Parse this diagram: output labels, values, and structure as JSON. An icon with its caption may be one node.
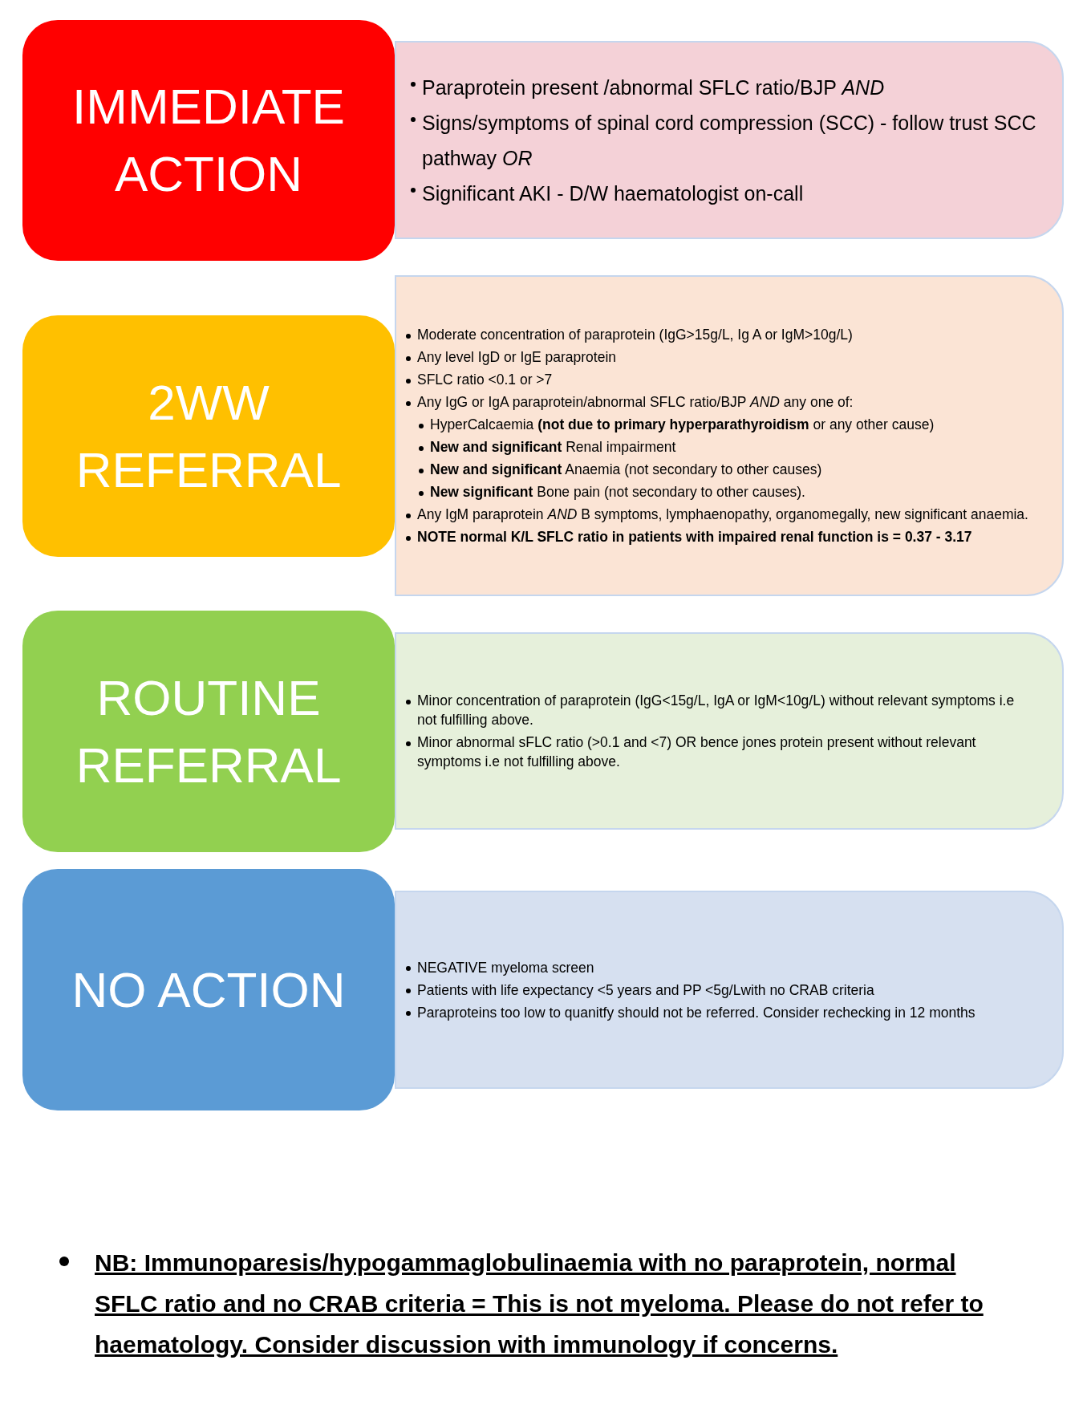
{
  "diagram": {
    "nodes": [
      {
        "text": [
          "IMMEDIATE ACTION"
        ]
      },
      {
        "text": [
          "Paraprotein present /abnormal SFLC ratio/BJP *AND*",
          "Signs/symptoms of spinal cord compression (SCC) - follow trust SCC pathway *OR*",
          "Significant AKI  - D/W haematologist on-call"
        ]
      },
      {
        "text": [
          "2WW REFERRAL"
        ]
      },
      {
        "text": [
          "Moderate concentration of paraprotein (IgG>15g/L, Ig A or IgM>10g/L)",
          "Any level IgD or IgE paraprotein",
          "SFLC ratio <0.1 or >7",
          "Any IgG or IgA paraprotein/abnormal SFLC ratio/BJP *AND* any one of:",
          "HyperCalcaemia **(not due to primary hyperparathyroidism** or any other cause)",
          "**New and significant** Renal impairment",
          "**New and significant** Anaemia (not secondary to other causes)",
          "**New significant** Bone pain (not secondary to other causes).",
          "Any IgM paraprotein *AND* B symptoms, lymphaenopathy, organomegally, new significant anaemia.",
          "**NOTE normal K/L SFLC ratio in patients with impaired renal function is = 0.37 - 3.17**"
        ]
      },
      {
        "text": [
          "ROUTINE REFERRAL"
        ]
      },
      {
        "text": [
          "Minor concentration of paraprotein (IgG<15g/L, IgA or IgM<10g/L) without relevant symptoms i.e not fulfilling above.",
          "Minor abnormal sFLC ratio (>0.1 and <7) OR bence jones protein present without relevant symptoms i.e not fulfilling above."
        ]
      },
      {
        "text": [
          "NO ACTION"
        ]
      },
      {
        "text": [
          "NEGATIVE myeloma screen",
          "Patients with life expectancy <5 years and PP <5g/Lwith no CRAB criteria",
          "Paraproteins too low to quanitfy should not be referred. Consider rechecking in 12 months"
        ]
      }
    ],
    "labels": [
      "NB: Immunoparesis/hypogammaglobulinaemia with no paraprotein, normal SFLC ratio and no CRAB criteria = This is not myeloma. Please do not refer to haematology. Consider discussion with immunology if concerns."
    ]
  }
}
